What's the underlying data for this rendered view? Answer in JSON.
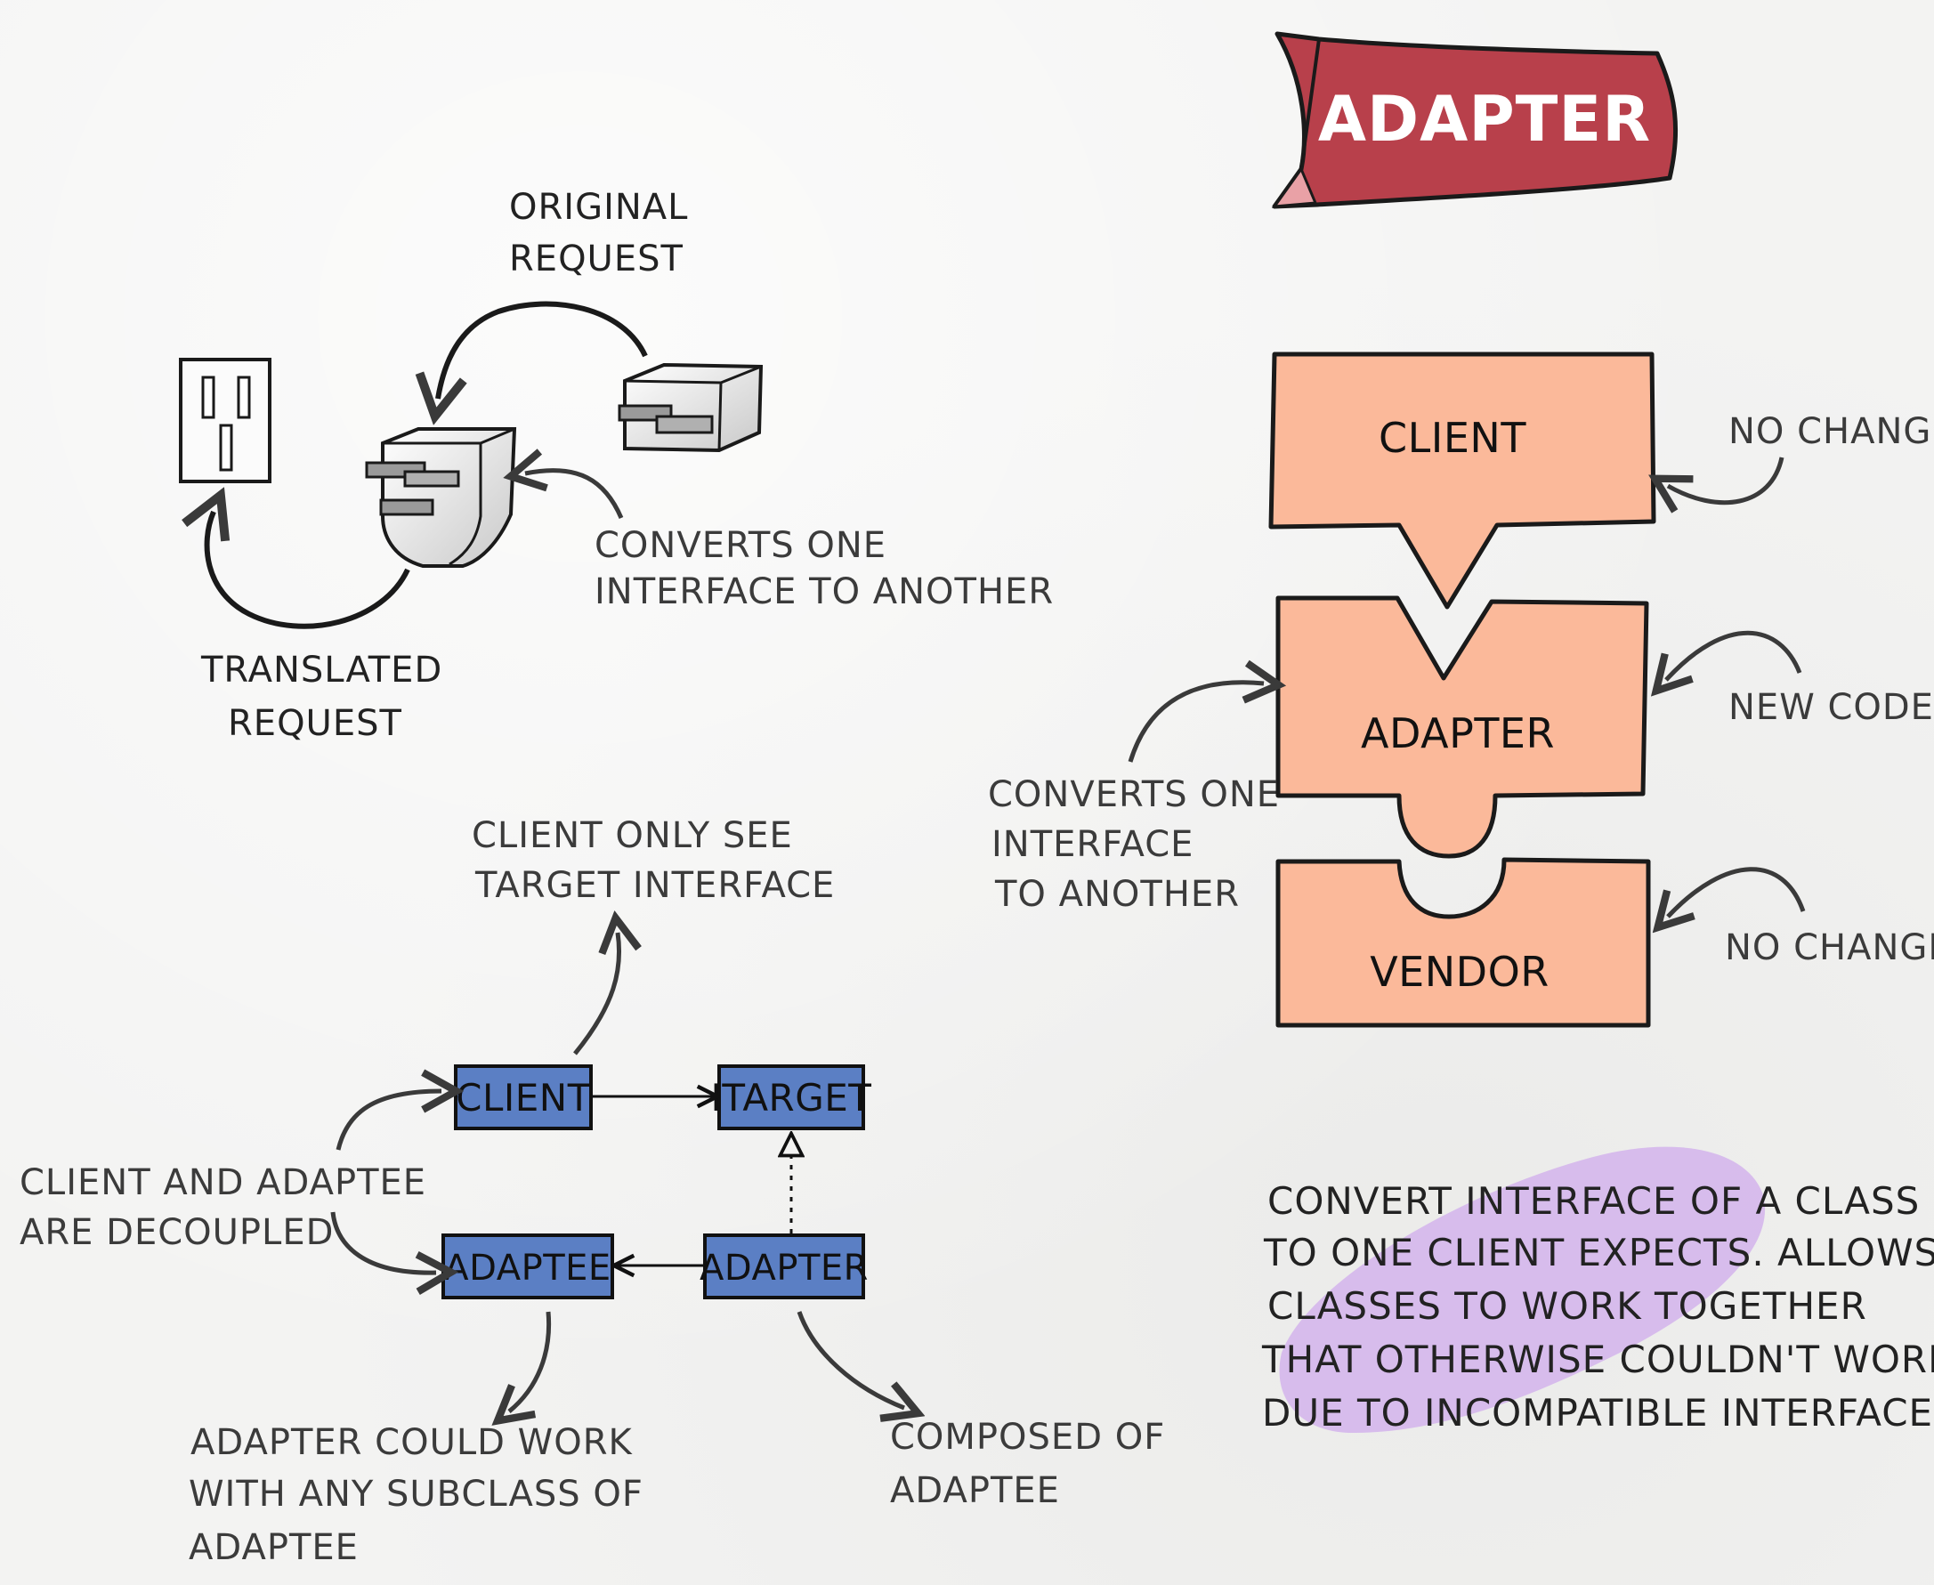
{
  "title": "ADAPTER",
  "colors": {
    "banner": "#b8404b",
    "puzzle": "#fbb99a",
    "uml_box": "#5b7fc4",
    "highlight": "#d6b9ec",
    "ink": "#222222"
  },
  "icons": [
    "wall-outlet-icon",
    "adapter-plug-icon",
    "plug-icon"
  ],
  "plug_section": {
    "original_request": [
      "ORIGINAL",
      "REQUEST"
    ],
    "translated_request": [
      "TRANSLATED",
      "REQUEST"
    ],
    "converts": [
      "CONVERTS  ONE",
      "INTERFACE TO ANOTHER"
    ]
  },
  "puzzle_section": {
    "client": "CLIENT",
    "adapter": "ADAPTER",
    "vendor": "VENDOR",
    "no_change_top": "NO CHANGE",
    "new_code": "NEW CODE",
    "no_change_bottom": "NO CHANGE",
    "converts": [
      "CONVERTS ONE",
      "INTERFACE",
      "TO ANOTHER"
    ]
  },
  "uml_section": {
    "client": "CLIENT",
    "itarget": "ITARGET",
    "adaptee": "ADAPTEE",
    "adapter": "ADAPTER",
    "client_sees": [
      "CLIENT ONLY SEE",
      "TARGET INTERFACE"
    ],
    "decoupled": [
      "CLIENT AND ADAPTEE",
      "ARE DECOUPLED"
    ],
    "subclass": [
      "ADAPTER COULD WORK",
      "WITH ANY SUBCLASS OF",
      "ADAPTEE"
    ],
    "composed": [
      "COMPOSED OF",
      "ADAPTEE"
    ]
  },
  "definition": [
    "CONVERT INTERFACE OF A CLASS",
    "TO ONE CLIENT EXPECTS. ALLOWS",
    "CLASSES TO WORK TOGETHER",
    "THAT OTHERWISE COULDN'T WORK",
    "DUE TO INCOMPATIBLE INTERFACES"
  ]
}
